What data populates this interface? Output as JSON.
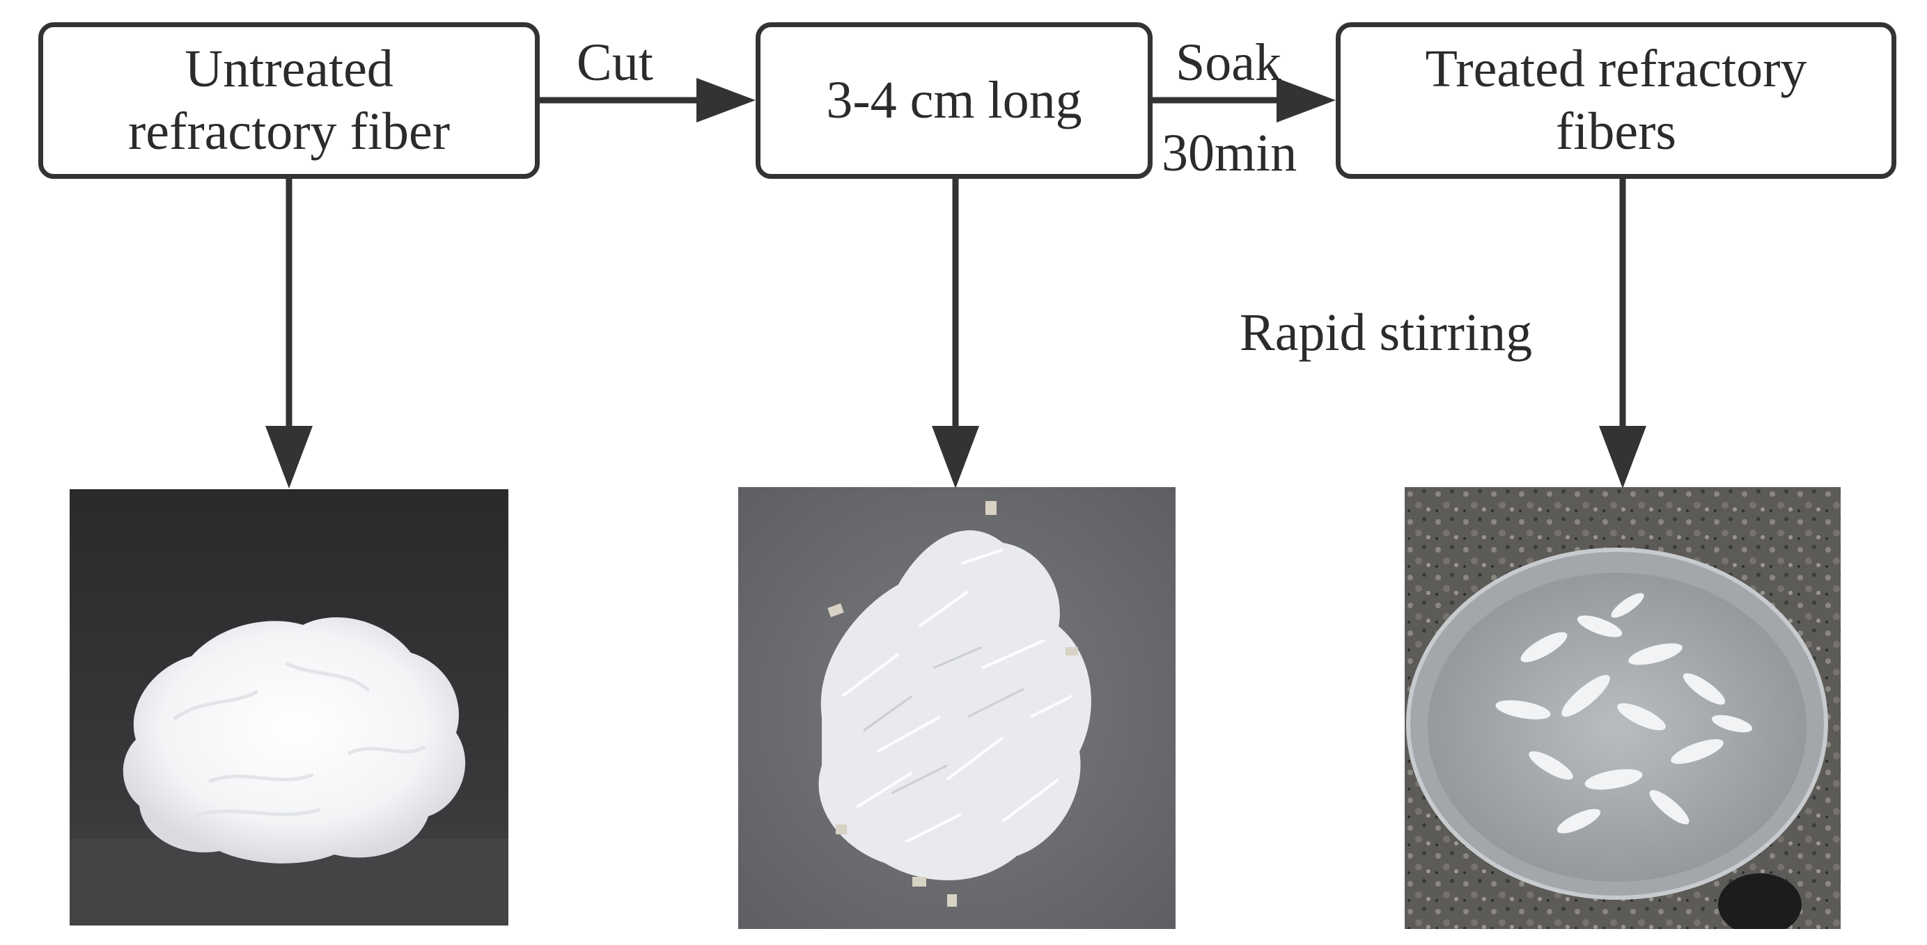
{
  "steps": [
    {
      "line1": "Untreated",
      "line2": "refractory fiber"
    },
    {
      "line1": "3-4 cm long",
      "line2": ""
    },
    {
      "line1": "Treated refractory",
      "line2": "fibers"
    }
  ],
  "transitions": {
    "cut": "Cut",
    "soak": "Soak",
    "soak_time": "30min",
    "stir": "Rapid stirring"
  },
  "colors": {
    "line": "#333333",
    "text": "#2b2b2b"
  }
}
